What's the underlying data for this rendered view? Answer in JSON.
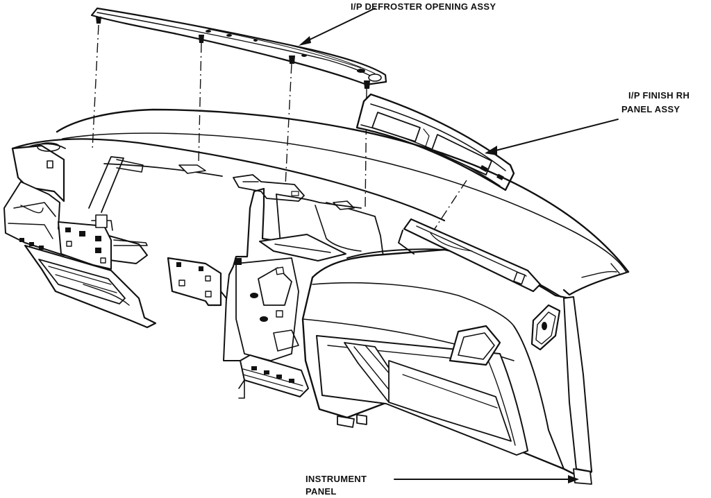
{
  "diagram": {
    "labels": {
      "defroster": "I/P DEFROSTER OPENING ASSY",
      "finish_panel_line1": "I/P FINISH RH",
      "finish_panel_line2": "PANEL ASSY",
      "instrument_panel_line1": "INSTRUMENT",
      "instrument_panel_line2": "PANEL"
    },
    "colors": {
      "ink": "#111111",
      "paper": "#ffffff"
    }
  }
}
